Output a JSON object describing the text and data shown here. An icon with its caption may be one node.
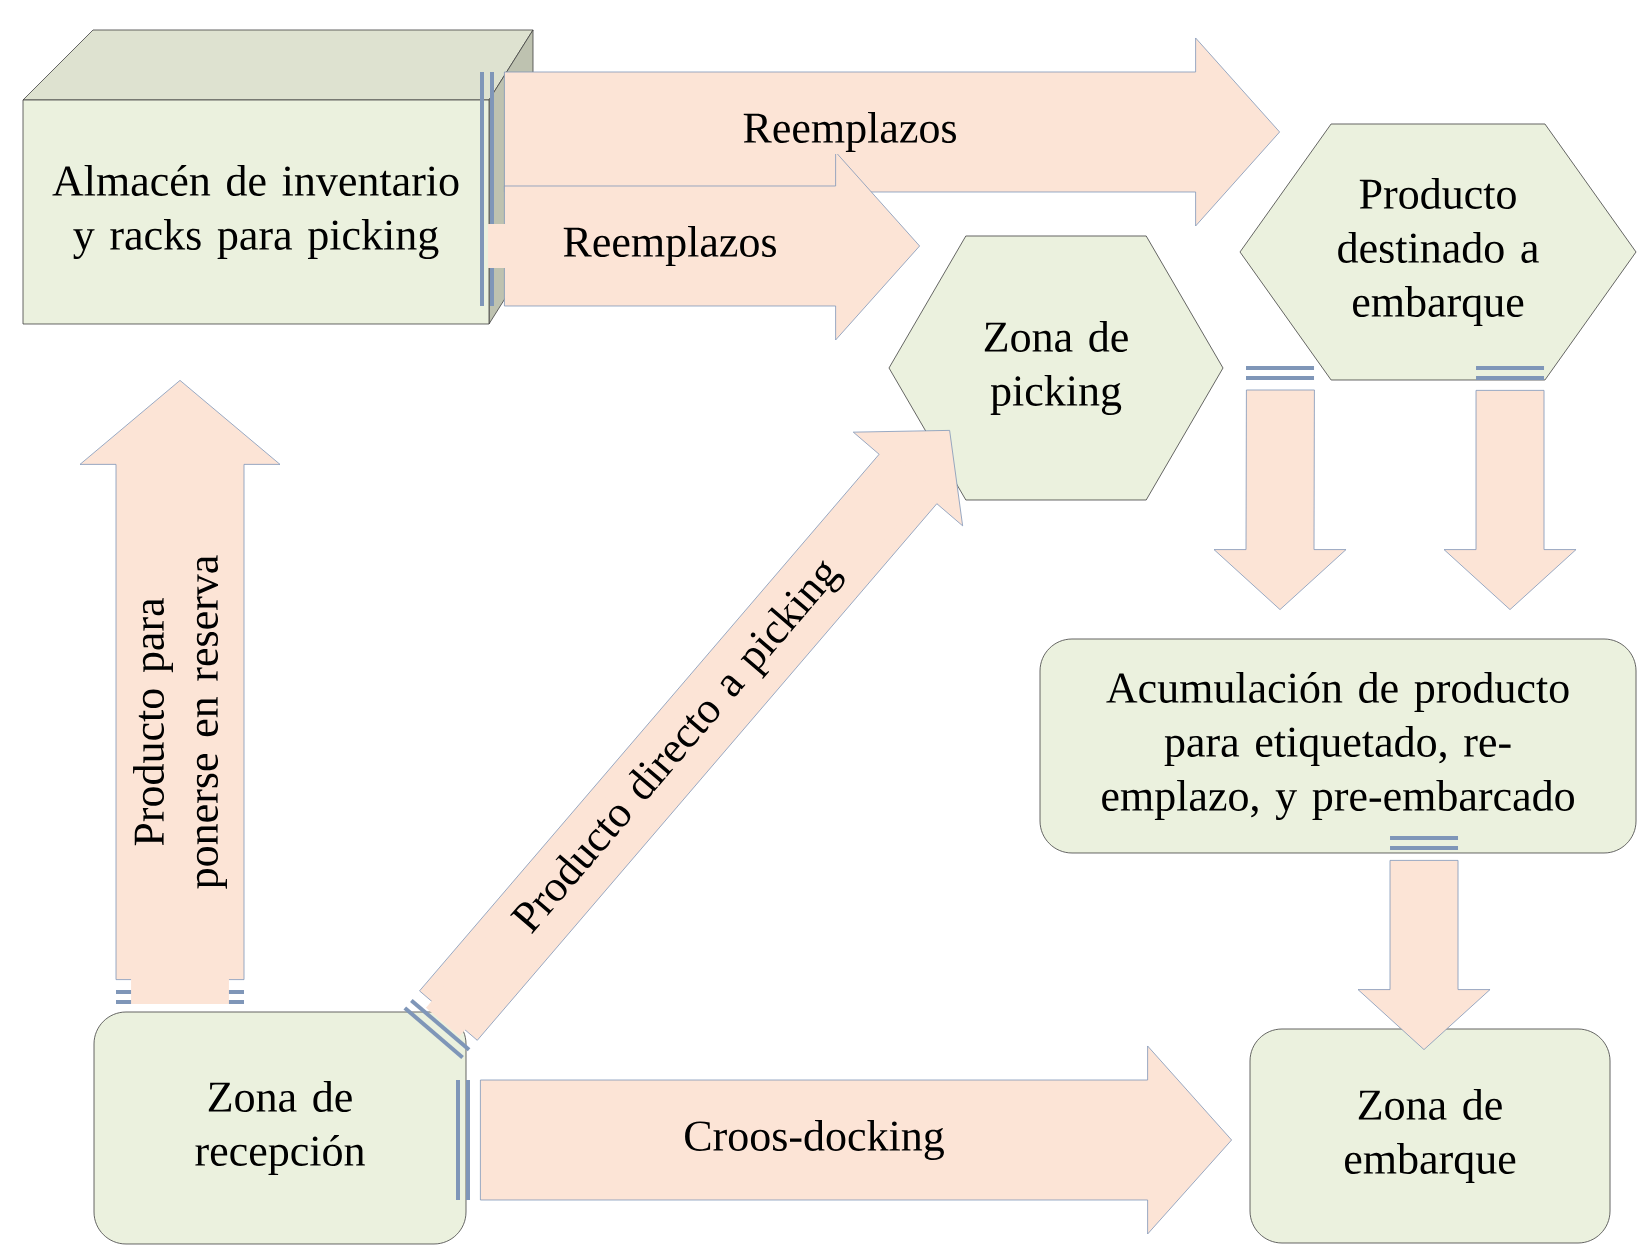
{
  "diagram": {
    "nodes": [
      {
        "text": [
          "Almacén de inventario y racks para picking"
        ]
      },
      {
        "text": [
          "Producto destinado a embarque"
        ]
      },
      {
        "text": [
          "Zona de picking"
        ]
      },
      {
        "text": [
          "Acumulación de producto para etiquetado, re-emplazo, y pre-embarcado"
        ]
      },
      {
        "text": [
          "Zona de recepción"
        ]
      },
      {
        "text": [
          "Zona de embarque"
        ]
      }
    ],
    "edges": [
      {
        "from": 0,
        "to": 1,
        "arrow": "to",
        "label": "Reemplazos"
      },
      {
        "from": 0,
        "to": 2,
        "arrow": "to",
        "label": "Reemplazos"
      },
      {
        "from": 4,
        "to": 0,
        "arrow": "to",
        "label": "Producto para ponerse en reserva"
      },
      {
        "from": 4,
        "to": 2,
        "arrow": "to",
        "label": "Producto directo a picking"
      },
      {
        "from": 2,
        "to": 3,
        "arrow": "to"
      },
      {
        "from": 1,
        "to": 3,
        "arrow": "to"
      },
      {
        "from": 3,
        "to": 5,
        "arrow": "to"
      },
      {
        "from": 4,
        "to": 5,
        "arrow": "to",
        "label": "Croos-docking"
      }
    ]
  }
}
